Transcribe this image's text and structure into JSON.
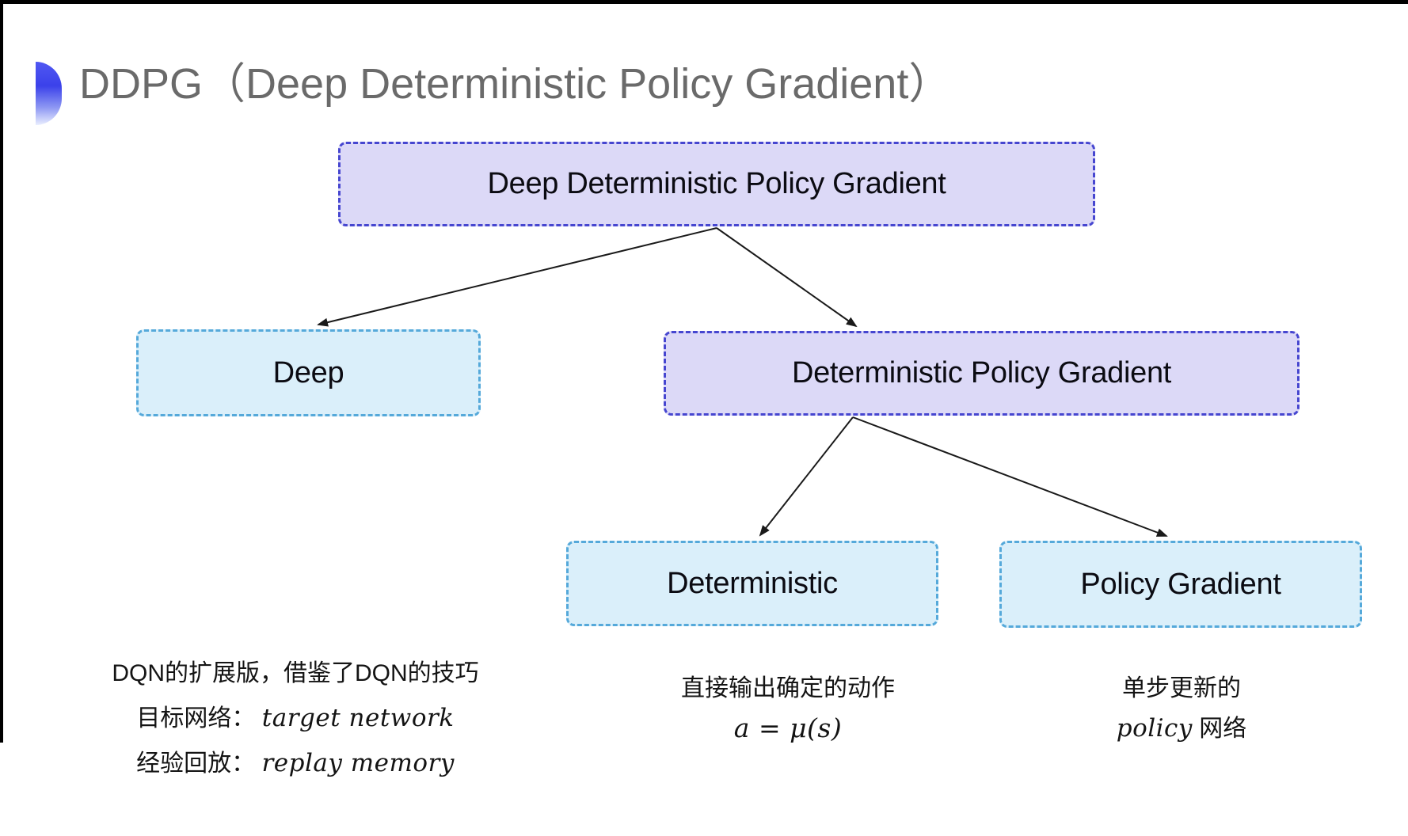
{
  "header": {
    "title": "DDPG（Deep Deterministic Policy Gradient）",
    "bullet_icon": "half-circle-gradient-icon"
  },
  "tree": {
    "nodes": {
      "root": {
        "label": "Deep Deterministic Policy Gradient",
        "style": "purple"
      },
      "deep": {
        "label": "Deep",
        "style": "cyan"
      },
      "dpg": {
        "label": "Deterministic Policy Gradient",
        "style": "purple"
      },
      "deterministic": {
        "label": "Deterministic",
        "style": "cyan"
      },
      "policy_gradient": {
        "label": "Policy Gradient",
        "style": "cyan"
      }
    },
    "edges": [
      {
        "from": "root",
        "to": "deep"
      },
      {
        "from": "root",
        "to": "dpg"
      },
      {
        "from": "dpg",
        "to": "deterministic"
      },
      {
        "from": "dpg",
        "to": "policy_gradient"
      }
    ]
  },
  "notes": {
    "deep": {
      "line1": "DQN的扩展版，借鉴了DQN的技巧",
      "line2_label": "目标网络：",
      "line2_term": "target network",
      "line3_label": "经验回放：",
      "line3_term": "replay memory"
    },
    "deterministic": {
      "line1": "直接输出确定的动作",
      "formula": "a = μ(s)"
    },
    "policy_gradient": {
      "line1": "单步更新的",
      "term": "policy",
      "suffix": " 网络"
    }
  },
  "colors": {
    "purple_fill": "#dcd9f7",
    "purple_border": "#4646d0",
    "cyan_fill": "#daeffa",
    "cyan_border": "#55a9da",
    "title_gray": "#6a6a6a",
    "arrow_black": "#1a1a1a",
    "bullet_blue": "#3b41ea",
    "background": "#ffffff",
    "frame_black": "#000000"
  }
}
